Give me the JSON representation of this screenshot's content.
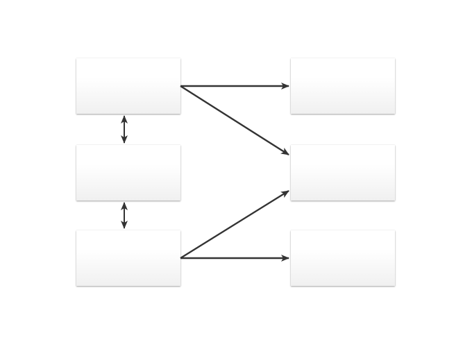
{
  "diagram": {
    "nodes": [
      {
        "id": "l1",
        "label": ""
      },
      {
        "id": "l2",
        "label": ""
      },
      {
        "id": "l3",
        "label": ""
      },
      {
        "id": "r1",
        "label": ""
      },
      {
        "id": "r2",
        "label": ""
      },
      {
        "id": "r3",
        "label": ""
      }
    ],
    "edges": [
      {
        "from": "l1",
        "to": "r1",
        "direction": "forward"
      },
      {
        "from": "l1",
        "to": "r2",
        "direction": "forward"
      },
      {
        "from": "l3",
        "to": "r2",
        "direction": "forward"
      },
      {
        "from": "l3",
        "to": "r3",
        "direction": "forward"
      },
      {
        "from": "l1",
        "to": "l2",
        "direction": "both"
      },
      {
        "from": "l2",
        "to": "l3",
        "direction": "both"
      }
    ],
    "colors": {
      "connector": "#333333",
      "node_fill": "#ffffff",
      "background": "#ffffff"
    }
  }
}
